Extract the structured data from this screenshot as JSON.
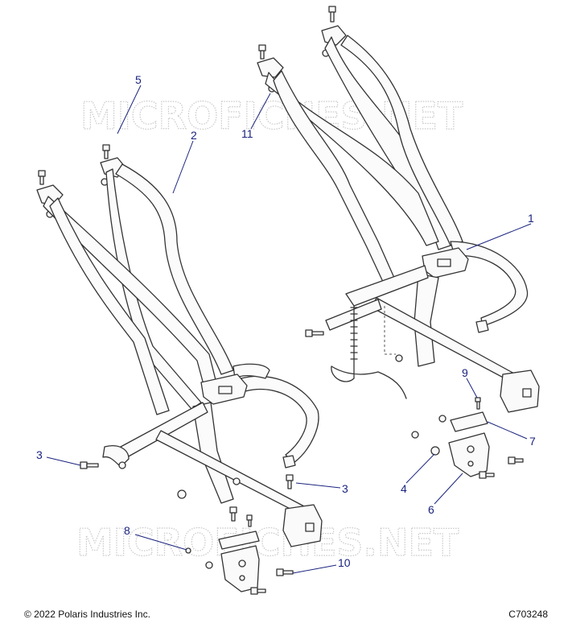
{
  "watermark": "MICROFICHES.NET",
  "callouts": [
    "1",
    "2",
    "3",
    "3",
    "4",
    "5",
    "6",
    "7",
    "8",
    "9",
    "10",
    "11"
  ],
  "footer": {
    "copyright": "© 2022 Polaris Industries Inc.",
    "figure_id": "C703248"
  },
  "colors": {
    "callout": "#1a237e",
    "line": "#333333",
    "watermark": "#c9c9c9"
  }
}
